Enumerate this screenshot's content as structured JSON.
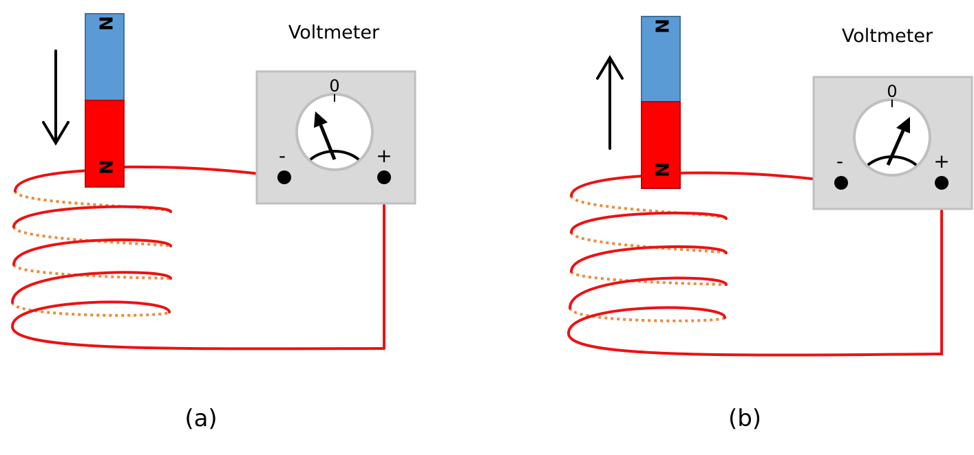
{
  "colors": {
    "coil": "#ee1111",
    "coil_hidden": "#ee8a3c",
    "magnet_north": "#5b9bd5",
    "magnet_south": "#ff0000",
    "meter_box": "#d9d9d9",
    "meter_border": "#bfbfbf"
  },
  "panels": [
    {
      "caption": "(a)",
      "meter": {
        "title": "Voltmeter",
        "zero_label": "0",
        "minus_label": "-",
        "plus_label": "+",
        "needle": "deflected-left"
      },
      "magnet": {
        "top_label": "N",
        "bottom_label": "N",
        "motion": "down"
      },
      "arrow_icon": "arrow-down-icon"
    },
    {
      "caption": "(b)",
      "meter": {
        "title": "Voltmeter",
        "zero_label": "0",
        "minus_label": "-",
        "plus_label": "+",
        "needle": "deflected-right"
      },
      "magnet": {
        "top_label": "N",
        "bottom_label": "N",
        "motion": "up"
      },
      "arrow_icon": "arrow-up-icon"
    }
  ]
}
